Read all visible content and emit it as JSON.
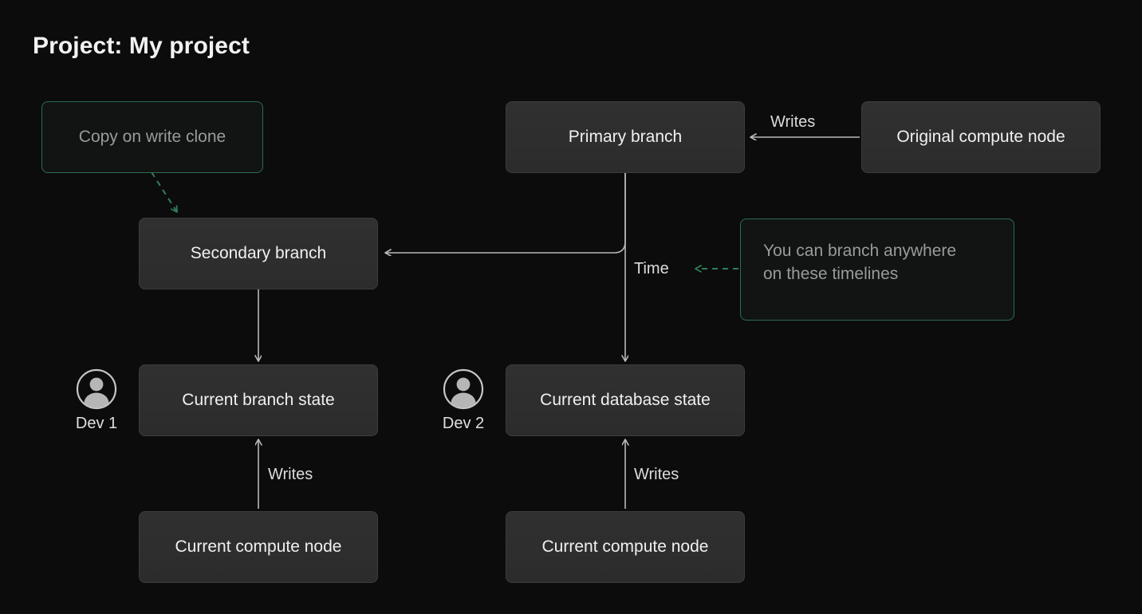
{
  "title": "Project: My project",
  "colors": {
    "background": "#0c0c0c",
    "node_fill": "#2e2e2e",
    "node_border": "#3c3c3c",
    "accent_green": "#2f6b50",
    "edge_gray": "#b9b9b9",
    "text_primary": "#f0f0f0",
    "text_muted": "#9a9a9a"
  },
  "nodes": {
    "copy_on_write_clone": "Copy on write clone",
    "primary_branch": "Primary branch",
    "original_compute_node": "Original compute node",
    "secondary_branch": "Secondary branch",
    "branch_anywhere_note_line1": "You can branch anywhere",
    "branch_anywhere_note_line2": "on these timelines",
    "current_branch_state": "Current branch state",
    "current_database_state": "Current database state",
    "current_compute_node_left": "Current compute node",
    "current_compute_node_right": "Current compute node"
  },
  "edge_labels": {
    "writes_top": "Writes",
    "time": "Time",
    "writes_left": "Writes",
    "writes_right": "Writes"
  },
  "avatars": [
    {
      "name": "Dev 1",
      "icon": "person-avatar-icon"
    },
    {
      "name": "Dev 2",
      "icon": "person-avatar-icon"
    }
  ]
}
